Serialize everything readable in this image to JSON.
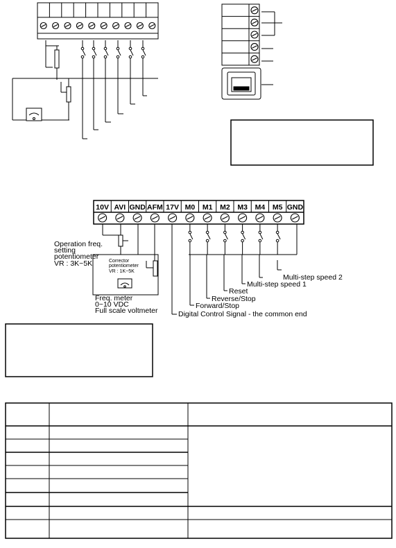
{
  "terminals": [
    "10V",
    "AVI",
    "GND",
    "AFM",
    "17V",
    "M0",
    "M1",
    "M2",
    "M3",
    "M4",
    "M5",
    "GND"
  ],
  "labels": {
    "operation_freq": [
      "Operation freq.",
      "setting",
      "potentiometer",
      "VR : 3K~5K"
    ],
    "corrector": [
      "Corrector",
      "potentiometer",
      "VR : 1K~5K"
    ],
    "freq_meter": [
      "Freq. meter",
      "0~10 VDC",
      "Full scale voltmeter"
    ],
    "multi_step_2": "Multi-step speed 2",
    "multi_step_1": "Multi-step speed 1",
    "reset": "Reset",
    "reverse_stop": "Reverse/Stop",
    "forward_stop": "Forward/Stop",
    "digital_common": "Digital Control Signal - the common end"
  }
}
